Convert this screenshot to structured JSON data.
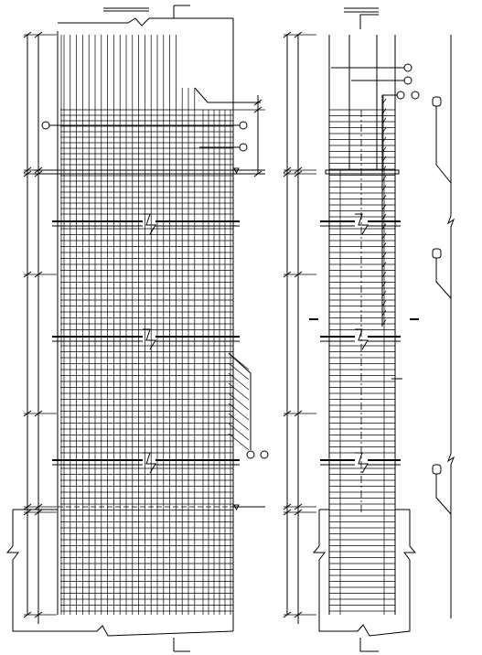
{
  "drawing": {
    "type": "reinforcement-detail",
    "views": [
      "elevation",
      "section",
      "detail-strip"
    ],
    "line_color": "#000000",
    "background": "#ffffff"
  }
}
